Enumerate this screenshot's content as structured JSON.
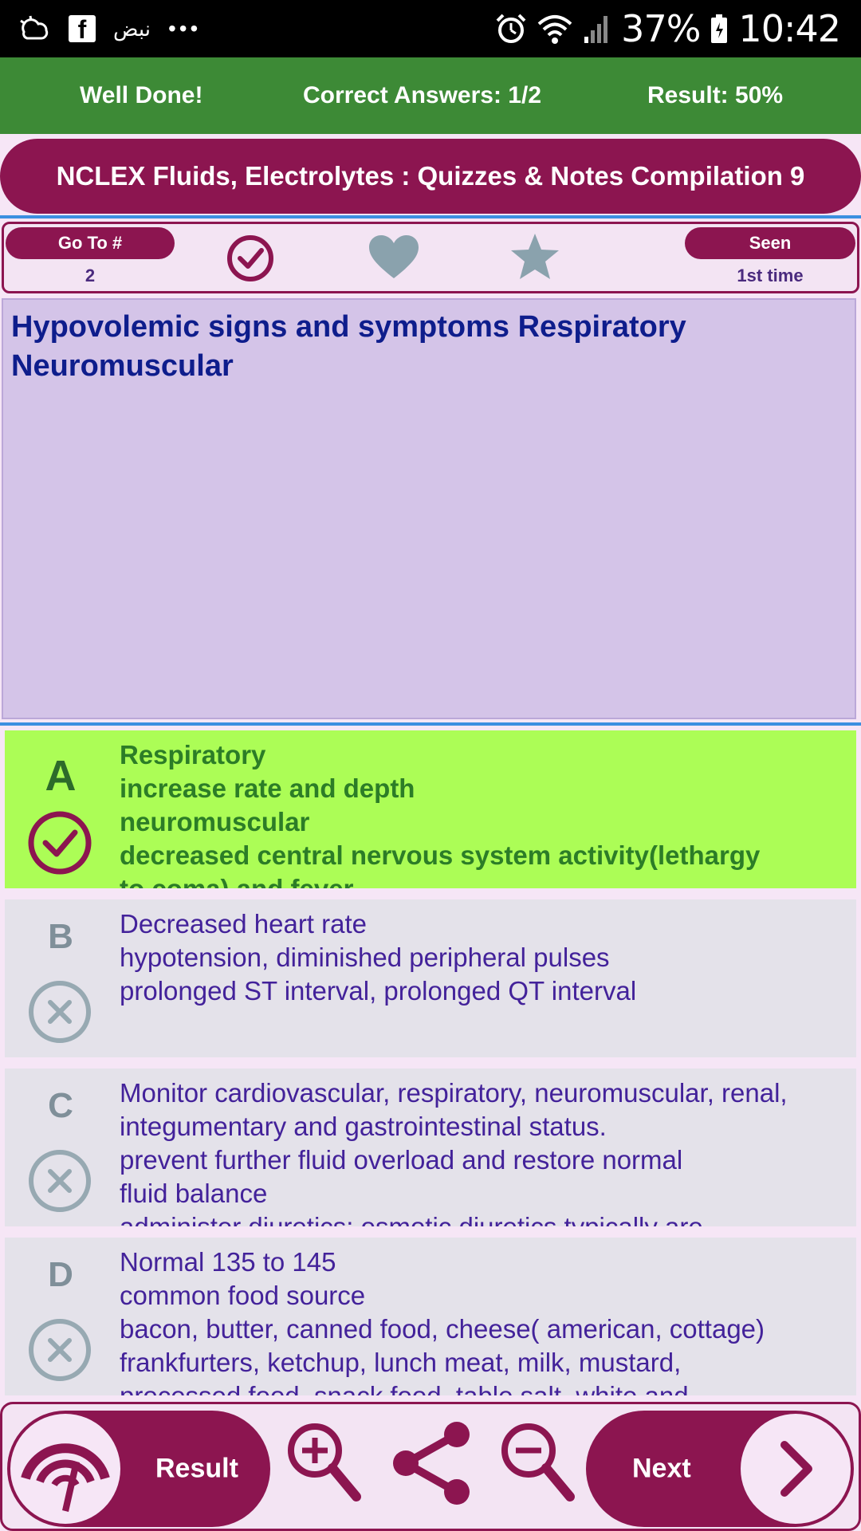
{
  "status_bar": {
    "carrier_text": "نبض",
    "battery": "37%",
    "time": "10:42"
  },
  "result_header": {
    "message": "Well Done!",
    "correct_answers": "Correct Answers: 1/2",
    "result": "Result: 50%"
  },
  "title": "NCLEX Fluids, Electrolytes : Quizzes & Notes Compilation 9",
  "tool_row": {
    "goto_label": "Go To #",
    "goto_value": "2",
    "seen_label": "Seen",
    "seen_value": "1st time"
  },
  "question": {
    "line1": "Hypovolemic signs and symptoms Respiratory",
    "line2": "Neuromuscular"
  },
  "answers": [
    {
      "letter": "A",
      "lines": [
        "Respiratory",
        "increase rate and depth",
        "neuromuscular",
        "decreased central nervous system activity(lethargy",
        "to coma) and fever"
      ],
      "state": "correct"
    },
    {
      "letter": "B",
      "lines": [
        "Decreased heart rate",
        "hypotension, diminished peripheral pulses",
        "prolonged ST interval, prolonged QT interval"
      ],
      "state": "wrong"
    },
    {
      "letter": "C",
      "lines": [
        "Monitor cardiovascular, respiratory, neuromuscular, renal,",
        "integumentary and gastrointestinal status.",
        "prevent further fluid overload and restore normal",
        "fluid balance",
        "administer diuretics: osmotic diuretics typically are"
      ],
      "state": "wrong"
    },
    {
      "letter": "D",
      "lines": [
        "Normal 135 to 145",
        "common food source",
        "bacon, butter, canned food, cheese( american, cottage)",
        "frankfurters, ketchup, lunch meat, milk, mustard,",
        "processed food, snack food, table salt, white and"
      ],
      "state": "wrong"
    }
  ],
  "bottom_bar": {
    "result_label": "Result",
    "next_label": "Next"
  },
  "colors": {
    "brand": "#8c1550",
    "header_green": "#3d8a36",
    "correct_bg": "#acfd56",
    "question_bg": "#d4c4e8"
  },
  "icons": [
    "alarm-icon",
    "wifi-icon",
    "signal-icon",
    "battery-icon",
    "facebook-icon",
    "check-circle-icon",
    "heart-icon",
    "star-icon",
    "x-circle-icon",
    "speedometer-icon",
    "zoom-in-icon",
    "share-icon",
    "zoom-out-icon",
    "chevron-right-icon"
  ]
}
